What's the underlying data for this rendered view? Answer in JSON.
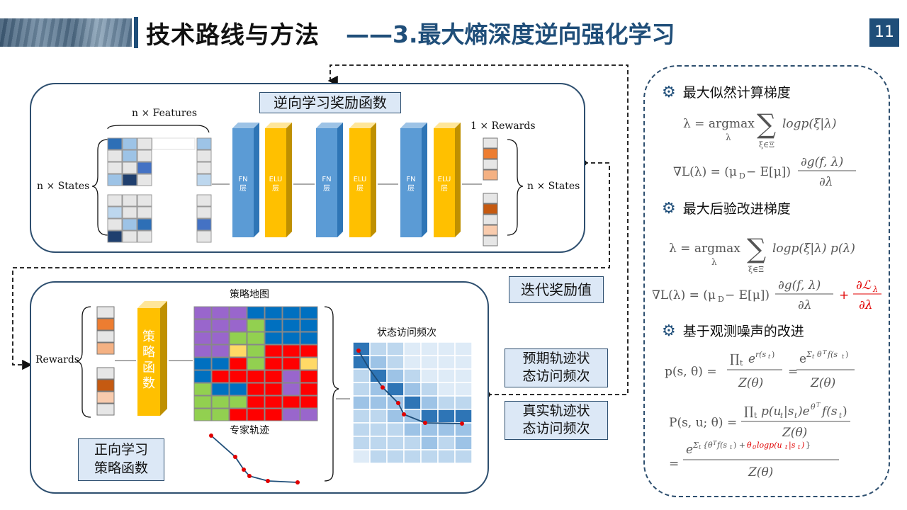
{
  "header": {
    "title": "技术路线与方法",
    "subtitle": "——3.最大熵深度逆向强化学习",
    "page_number": "11"
  },
  "top_panel": {
    "label": "逆向学习奖励函数",
    "features_label": "n × Features",
    "states_label_left": "n × States",
    "states_label_right": "n × States",
    "rewards_label": "1 × Rewards",
    "layers": [
      {
        "name": "FN",
        "sub": "层"
      },
      {
        "name": "ELU",
        "sub": "层"
      },
      {
        "name": "FN",
        "sub": "层"
      },
      {
        "name": "ELU",
        "sub": "层"
      },
      {
        "name": "FN",
        "sub": "层"
      },
      {
        "name": "ELU",
        "sub": "层"
      }
    ]
  },
  "iterate_label": "迭代奖励值",
  "bottom_panel": {
    "rewards_label": "Rewards",
    "policy_label": "策\n略\n函\n数",
    "policy_map_title": "策略地图",
    "expert_label": "专家轨迹",
    "visit_title": "状态访问频次",
    "forward_label": "正向学习\n策略函数"
  },
  "expected_label": "预期轨迹状\n态访问频次",
  "real_label": "真实轨迹状\n态访问频次",
  "right_panel": {
    "sections": [
      {
        "title": "最大似然计算梯度",
        "icon": "gear-icon"
      },
      {
        "title": "最大后验改进梯度",
        "icon": "gear-icon"
      },
      {
        "title": "基于观测噪声的改进",
        "icon": "gear-icon"
      }
    ]
  },
  "colors": {
    "primary": "#1f4e79",
    "fn_layer": "#5b9bd5",
    "elu_layer": "#ffc000",
    "label_fill": "#dce8f6",
    "red": "#e00000"
  }
}
